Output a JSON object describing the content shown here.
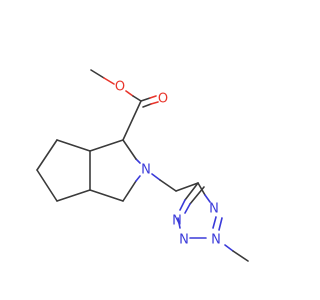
{
  "molecule": {
    "atoms": {
      "methyl_ester_o": {
        "symbol": "O",
        "color": "#e8352b"
      },
      "carbonyl_o": {
        "symbol": "O",
        "color": "#e8352b"
      },
      "ring_n": {
        "symbol": "N",
        "color": "#3a3ad9"
      },
      "tz_n4": {
        "symbol": "N",
        "color": "#3a3ad9"
      },
      "tz_n3": {
        "symbol": "N",
        "color": "#3a3ad9"
      },
      "tz_n2": {
        "symbol": "N",
        "color": "#3a3ad9"
      },
      "tz_n1": {
        "symbol": "N",
        "color": "#3a3ad9"
      }
    },
    "colors": {
      "carbon_bond": "#3a3a3a",
      "oxygen": "#e8352b",
      "nitrogen": "#3a3ad9"
    }
  }
}
